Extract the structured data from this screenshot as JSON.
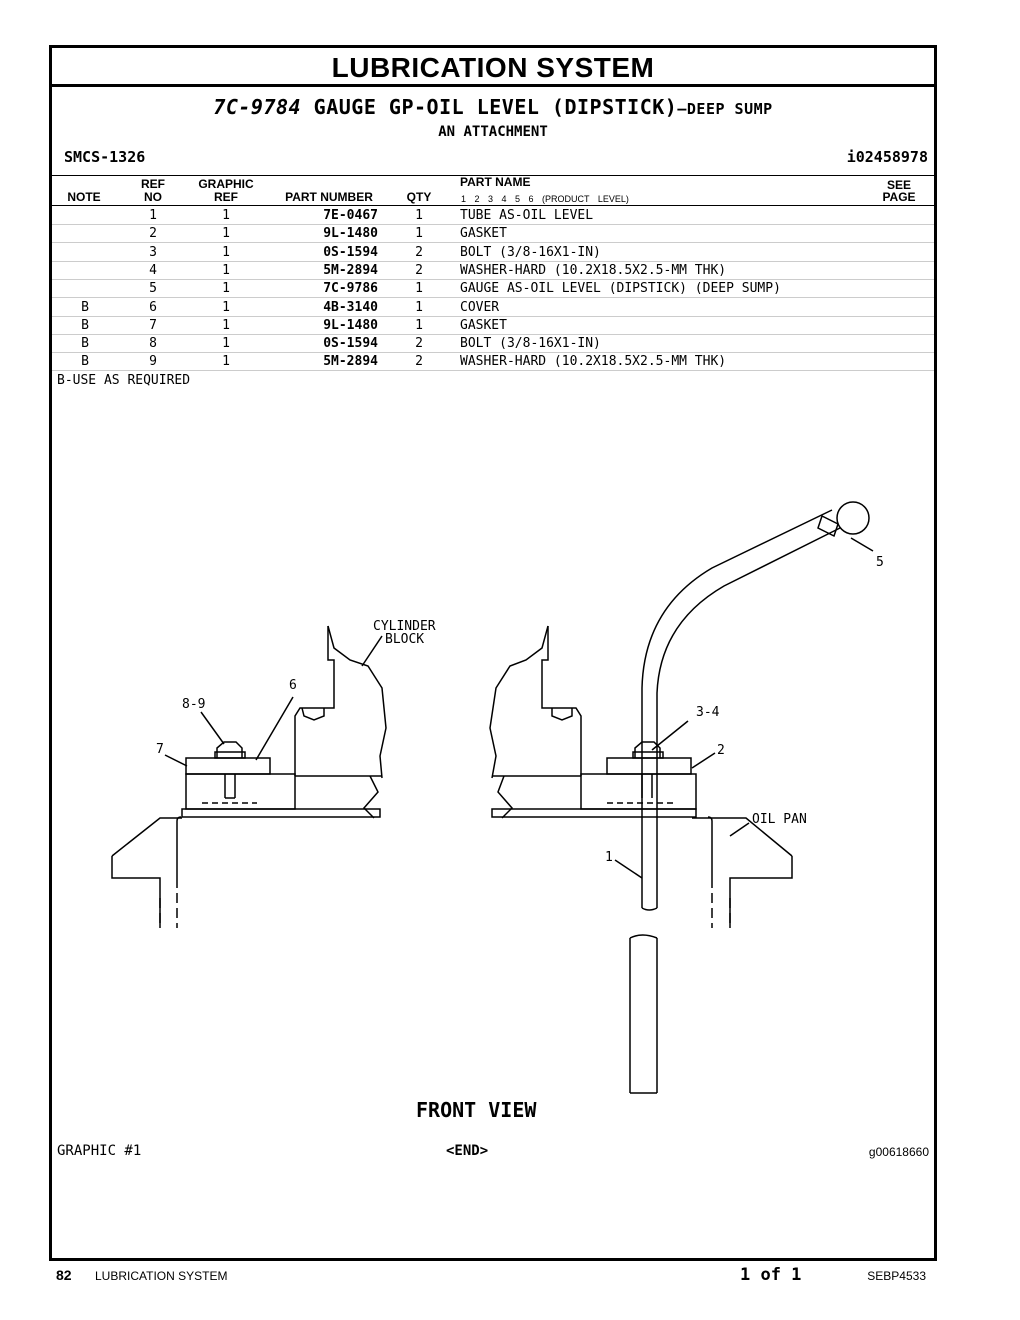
{
  "section_title": "LUBRICATION SYSTEM",
  "subtitle": {
    "part_number": "7C-9784",
    "name": "GAUGE GP-OIL LEVEL (DIPSTICK)",
    "suffix": "—DEEP SUMP"
  },
  "attachment": "AN ATTACHMENT",
  "smcs": "SMCS-1326",
  "ident": "i02458978",
  "headers": {
    "note": "NOTE",
    "ref_no_1": "REF",
    "ref_no_2": "NO",
    "graphic_ref_1": "GRAPHIC",
    "graphic_ref_2": "REF",
    "part_number": "PART NUMBER",
    "qty": "QTY",
    "part_name": "PART NAME",
    "product_levels": "1 2 3 4 5 6 (PRODUCT LEVEL)",
    "see_page_1": "SEE",
    "see_page_2": "PAGE"
  },
  "parts": [
    {
      "note": "",
      "ref": "1",
      "gref": "1",
      "pn": "7E-0467",
      "qty": "1",
      "name": "TUBE AS-OIL LEVEL"
    },
    {
      "note": "",
      "ref": "2",
      "gref": "1",
      "pn": "9L-1480",
      "qty": "1",
      "name": "GASKET"
    },
    {
      "note": "",
      "ref": "3",
      "gref": "1",
      "pn": "0S-1594",
      "qty": "2",
      "name": "BOLT (3/8-16X1-IN)"
    },
    {
      "note": "",
      "ref": "4",
      "gref": "1",
      "pn": "5M-2894",
      "qty": "2",
      "name": "WASHER-HARD (10.2X18.5X2.5-MM THK)"
    },
    {
      "note": "",
      "ref": "5",
      "gref": "1",
      "pn": "7C-9786",
      "qty": "1",
      "name": "GAUGE AS-OIL LEVEL (DIPSTICK) (DEEP SUMP)"
    },
    {
      "note": "B",
      "ref": "6",
      "gref": "1",
      "pn": "4B-3140",
      "qty": "1",
      "name": "COVER"
    },
    {
      "note": "B",
      "ref": "7",
      "gref": "1",
      "pn": "9L-1480",
      "qty": "1",
      "name": "GASKET"
    },
    {
      "note": "B",
      "ref": "8",
      "gref": "1",
      "pn": "0S-1594",
      "qty": "2",
      "name": "BOLT (3/8-16X1-IN)"
    },
    {
      "note": "B",
      "ref": "9",
      "gref": "1",
      "pn": "5M-2894",
      "qty": "2",
      "name": "WASHER-HARD (10.2X18.5X2.5-MM THK)"
    }
  ],
  "footnote": "B-USE AS REQUIRED",
  "drawing": {
    "callouts": {
      "c5": "5",
      "c34": "3-4",
      "c2": "2",
      "c1": "1",
      "c6": "6",
      "c89": "8-9",
      "c7": "7",
      "cyl1": "CYLINDER",
      "cyl2": "BLOCK",
      "oilpan": "OIL PAN"
    },
    "view_label": "FRONT VIEW"
  },
  "graphic_label": "GRAPHIC #1",
  "end_label": "<END>",
  "graphic_id": "g00618660",
  "footer": {
    "page": "82",
    "section": "LUBRICATION SYSTEM",
    "page_of": "1 of 1",
    "doc": "SEBP4533"
  }
}
